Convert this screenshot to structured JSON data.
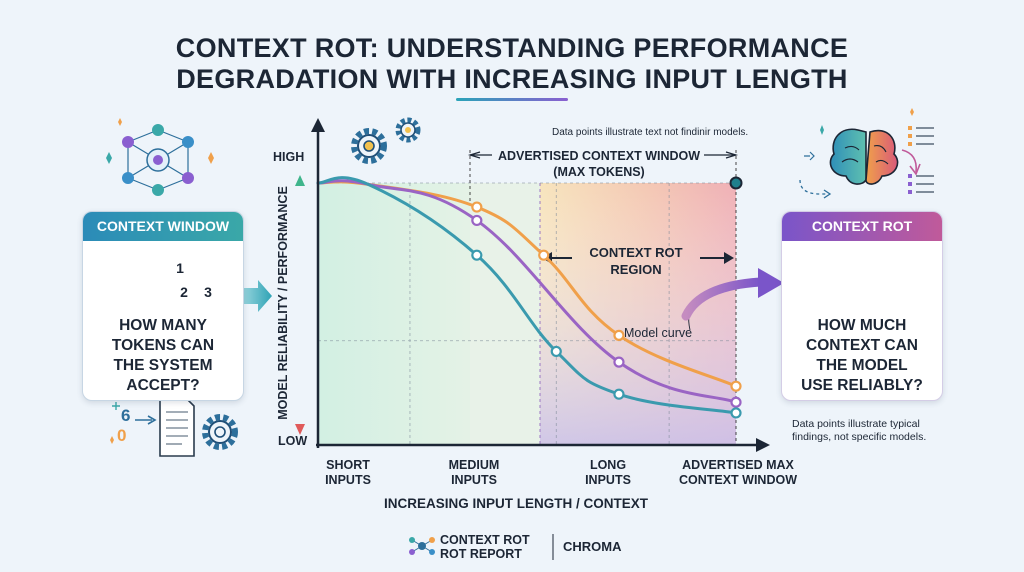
{
  "title": {
    "line1": "CONTEXT ROT: UNDERSTANDING PERFORMANCE",
    "line2": "DEGRADATION WITH INCREASING INPUT LENGTH"
  },
  "left_card": {
    "header": "CONTEXT WINDOW",
    "question_lines": [
      "HOW MANY",
      "TOKENS CAN",
      "THE SYSTEM",
      "ACCEPT?"
    ],
    "block_numbers": [
      "1",
      "2",
      "3"
    ]
  },
  "left_bottom_icon": {
    "numbers": [
      "6",
      "0"
    ]
  },
  "right_card": {
    "header": "CONTEXT ROT",
    "question_lines": [
      "HOW MUCH",
      "CONTEXT CAN",
      "THE MODEL",
      "USE RELIABLY?"
    ]
  },
  "notes": {
    "top": "Data points illustrate text not findinir models.",
    "bottom_line1": "Data points illustrate typical",
    "bottom_line2": "findings, not specific models."
  },
  "chart_data": {
    "type": "line",
    "y_axis": {
      "label": "MODEL RELIABILITY / PERFORMANCE",
      "high": "HIGH",
      "low": "LOW"
    },
    "x_axis": {
      "label": "INCREASING INPUT LENGTH / CONTEXT",
      "categories": [
        [
          "SHORT",
          "INPUTS"
        ],
        [
          "MEDIUM",
          "INPUTS"
        ],
        [
          "LONG",
          "INPUTS"
        ],
        [
          "ADVERTISED MAX",
          "CONTEXT WINDOW"
        ]
      ]
    },
    "advertised_window_label": [
      "ADVERTISED CONTEXT WINDOW",
      "(MAX TOKENS)"
    ],
    "rot_region_label": [
      "CONTEXT ROT",
      "REGION"
    ],
    "curve_annotation": "Model curve",
    "series": [
      {
        "color": "#f0a04a",
        "points": [
          [
            0.0,
            0.98
          ],
          [
            0.38,
            0.89
          ],
          [
            0.54,
            0.71
          ],
          [
            0.72,
            0.41
          ],
          [
            1.0,
            0.22
          ]
        ]
      },
      {
        "color": "#9a64c4",
        "points": [
          [
            0.0,
            0.98
          ],
          [
            0.38,
            0.84
          ],
          [
            0.72,
            0.31
          ],
          [
            1.0,
            0.16
          ]
        ]
      },
      {
        "color": "#3a9aae",
        "points": [
          [
            0.0,
            0.98
          ],
          [
            0.38,
            0.71
          ],
          [
            0.57,
            0.35
          ],
          [
            0.72,
            0.19
          ],
          [
            1.0,
            0.12
          ]
        ]
      }
    ],
    "advertised_max_marker": {
      "x": 1.0,
      "y": 0.98
    },
    "gridlines": [
      {
        "axis": "x",
        "value": 0.22
      },
      {
        "axis": "x",
        "value": 0.57
      },
      {
        "axis": "x",
        "value": 0.84
      },
      {
        "axis": "y",
        "value": 0.39
      }
    ],
    "regions": {
      "advertised_window": [
        0.38,
        1.0
      ],
      "context_rot": [
        0.54,
        1.0
      ]
    },
    "colors": {
      "early": "#c8eedc",
      "rot_start": "#f6e0b8",
      "rot_end": "#f0b0b6",
      "rot_bottom": "#c9c2ee"
    }
  },
  "footer": {
    "logo_line1": "CONTEXT ROT",
    "logo_line2": "ROT REPORT",
    "brand": "CHROMA"
  }
}
